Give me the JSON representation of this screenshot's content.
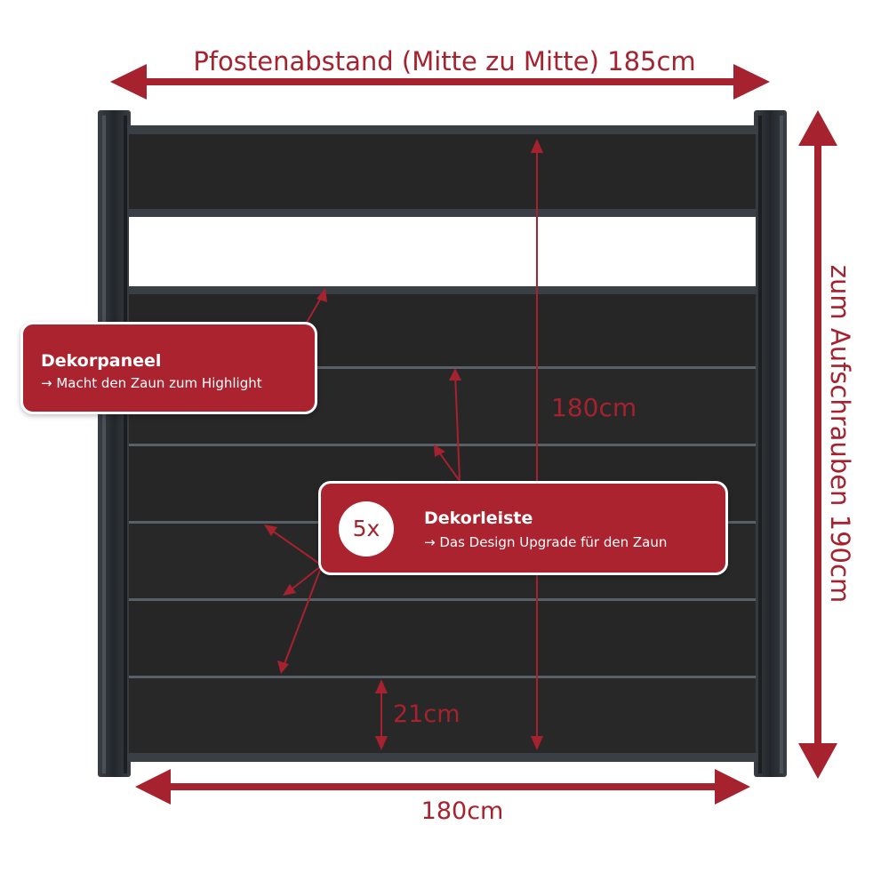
{
  "dimensions": {
    "post_spacing_label": "Pfostenabstand (Mitte zu Mitte) 185cm",
    "width_label": "180cm",
    "height_label": "180cm",
    "board_height_label": "21cm",
    "mounting_height_label": "zum Aufschrauben 190cm"
  },
  "callouts": {
    "dekorpaneel": {
      "title": "Dekorpaneel",
      "subtitle": "→ Macht den Zaun zum Highlight"
    },
    "dekorleiste": {
      "badge": "5x",
      "title": "Dekorleiste",
      "subtitle": "→ Das Design Upgrade für den Zaun"
    }
  },
  "colors": {
    "accent": "#a6222e",
    "board": "#262626",
    "post": "#2f3338",
    "background": "#ffffff"
  }
}
